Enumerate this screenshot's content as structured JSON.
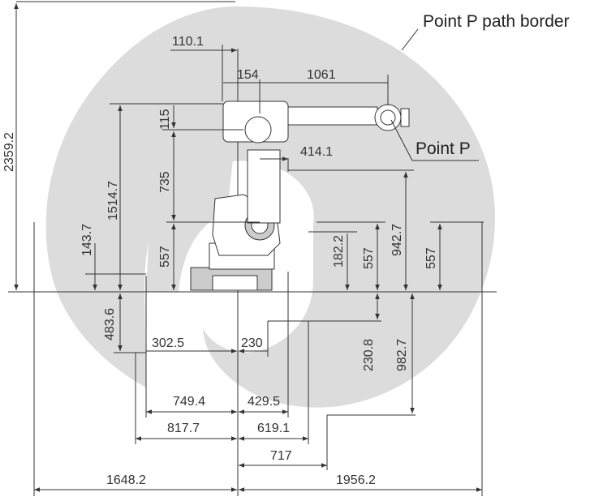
{
  "colors": {
    "envelope": "#dcdcdc",
    "lines": "#333333",
    "background": "#ffffff"
  },
  "callouts": {
    "path_border": "Point P path border",
    "point_p": "Point P"
  },
  "dimensions": {
    "d_110_1": "110.1",
    "d_154": "154",
    "d_1061": "1061",
    "d_115": "115",
    "d_414_1": "414.1",
    "d_735": "735",
    "d_557_arm": "557",
    "d_1514_7": "1514.7",
    "d_143_7": "143.7",
    "d_2359_2": "2359.2",
    "d_182_2": "182.2",
    "d_557_inner": "557",
    "d_942_7": "942.7",
    "d_557_right": "557",
    "d_483_6": "483.6",
    "d_302_5": "302.5",
    "d_230_h": "230",
    "d_230_8": "230.8",
    "d_982_7": "982.7",
    "d_749_4": "749.4",
    "d_429_5": "429.5",
    "d_817_7": "817.7",
    "d_619_1": "619.1",
    "d_717": "717",
    "d_1648_2": "1648.2",
    "d_1956_2": "1956.2"
  }
}
